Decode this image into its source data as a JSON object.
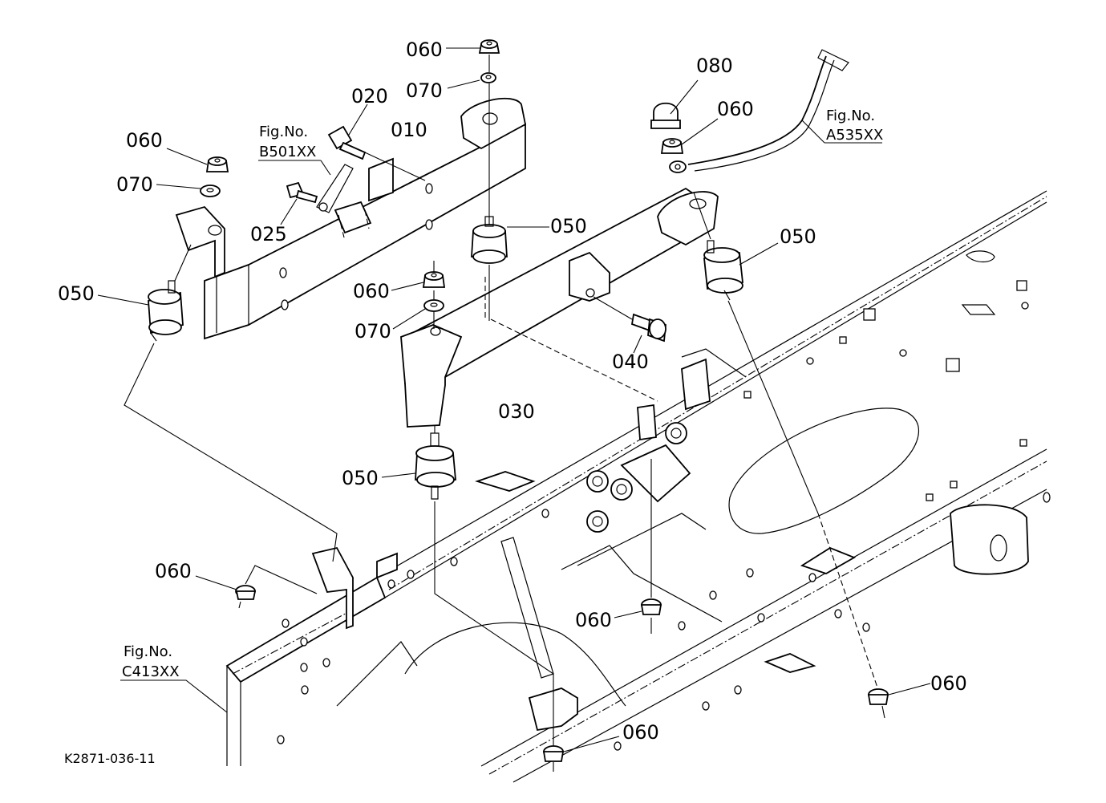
{
  "diagram": {
    "callouts": [
      {
        "id": "c-060-top",
        "label": "060"
      },
      {
        "id": "c-070-top",
        "label": "070"
      },
      {
        "id": "c-020",
        "label": "020"
      },
      {
        "id": "c-010",
        "label": "010"
      },
      {
        "id": "c-060-left",
        "label": "060"
      },
      {
        "id": "c-070-left",
        "label": "070"
      },
      {
        "id": "c-025",
        "label": "025"
      },
      {
        "id": "c-050-left",
        "label": "050"
      },
      {
        "id": "c-050-center",
        "label": "050"
      },
      {
        "id": "c-060-mid",
        "label": "060"
      },
      {
        "id": "c-070-mid",
        "label": "070"
      },
      {
        "id": "c-040",
        "label": "040"
      },
      {
        "id": "c-030",
        "label": "030"
      },
      {
        "id": "c-050-lower",
        "label": "050"
      },
      {
        "id": "c-080",
        "label": "080"
      },
      {
        "id": "c-060-right",
        "label": "060"
      },
      {
        "id": "c-050-right",
        "label": "050"
      },
      {
        "id": "c-060-bottom-left",
        "label": "060"
      },
      {
        "id": "c-060-bottom-mid",
        "label": "060"
      },
      {
        "id": "c-060-bottom-right",
        "label": "060"
      },
      {
        "id": "c-060-bottom-center",
        "label": "060"
      }
    ],
    "figure_refs": [
      {
        "id": "ref-b501",
        "line1": "Fig.No.",
        "line2": "B501XX"
      },
      {
        "id": "ref-a535",
        "line1": "Fig.No.",
        "line2": "A535XX"
      },
      {
        "id": "ref-c413",
        "line1": "Fig.No.",
        "line2": "C413XX"
      }
    ],
    "drawing_code": "K2871-036-11"
  }
}
